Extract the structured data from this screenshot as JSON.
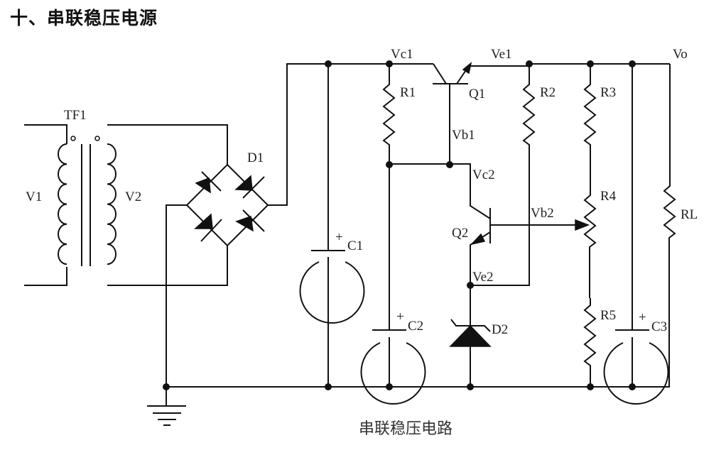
{
  "title": "十、串联稳压电源",
  "caption": "串联稳压电路",
  "labels": {
    "tf1": "TF1",
    "v1": "V1",
    "v2": "V2",
    "d1": "D1",
    "c1": "C1",
    "c2": "C2",
    "c3": "C3",
    "r1": "R1",
    "r2": "R2",
    "r3": "R3",
    "r4": "R4",
    "r5": "R5",
    "rl": "RL",
    "q1": "Q1",
    "q2": "Q2",
    "d2": "D2",
    "vc1": "Vc1",
    "ve1": "Ve1",
    "vo": "Vo",
    "vb1": "Vb1",
    "vc2": "Vc2",
    "vb2": "Vb2",
    "ve2": "Ve2",
    "plus": "+"
  },
  "colors": {
    "wire": "#111111",
    "text": "#222222",
    "background": "#ffffff"
  }
}
